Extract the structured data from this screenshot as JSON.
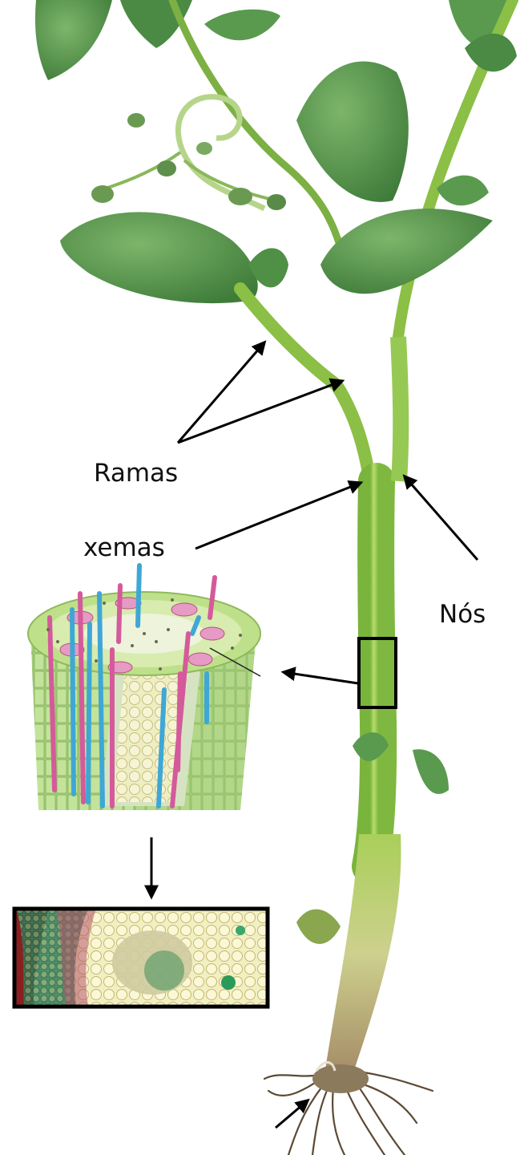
{
  "labels": {
    "branches": "Ramas",
    "buds": "xemas",
    "nodes": "Nós"
  },
  "colors": {
    "leaf": "#4f8f46",
    "leaf_light": "#6aa85a",
    "stem": "#8fc54a",
    "stem_light": "#b7db6d",
    "stem_base": "#c8c58a",
    "root": "#6b5a43",
    "xylem": "#3fa7d6",
    "phloem": "#d45a9b",
    "arrow": "#000000"
  },
  "icons": {
    "plant": "potato-plant-illustration",
    "stem_section": "stem-3d-cross-section",
    "micrograph": "stem-tissue-micrograph"
  }
}
